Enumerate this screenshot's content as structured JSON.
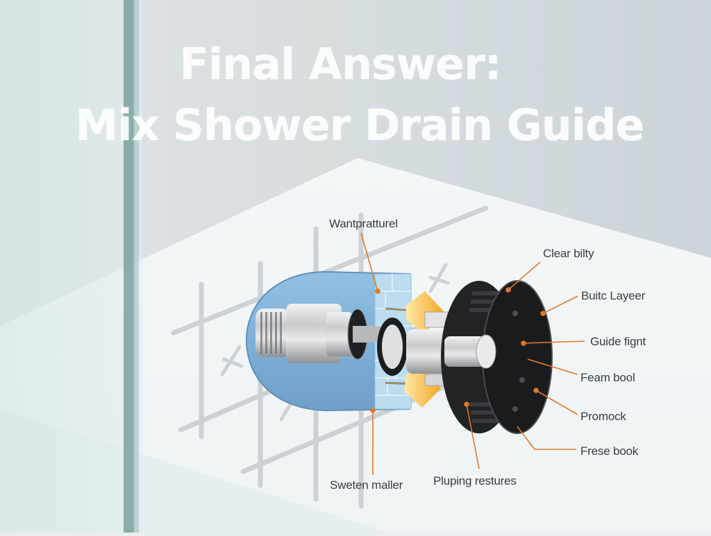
{
  "title": {
    "line1": "Final Answer:",
    "line2": "Mix Shower Drain Guide"
  },
  "colors": {
    "callout_line": "#e0782a",
    "housing_blue": "#7fb0d8",
    "drain_black": "#1e1f21",
    "arrow_yellow": "#f5b323",
    "label_text": "#3a3d40",
    "glass_edge": "#5f8a88"
  },
  "callouts": [
    {
      "id": "wantpratturel",
      "label": "Wantpratturel"
    },
    {
      "id": "clear-bilty",
      "label": "Clear bilty"
    },
    {
      "id": "buitc-layeer",
      "label": "Buitc Layeer"
    },
    {
      "id": "guide-fignt",
      "label": "Guide fignt"
    },
    {
      "id": "feam-bool",
      "label": "Feam bool"
    },
    {
      "id": "promock",
      "label": "Promock"
    },
    {
      "id": "frese-book",
      "label": "Frese book"
    },
    {
      "id": "sweten-maller",
      "label": "Sweten maller"
    },
    {
      "id": "pluping-restures",
      "label": "Pluping restures"
    }
  ]
}
